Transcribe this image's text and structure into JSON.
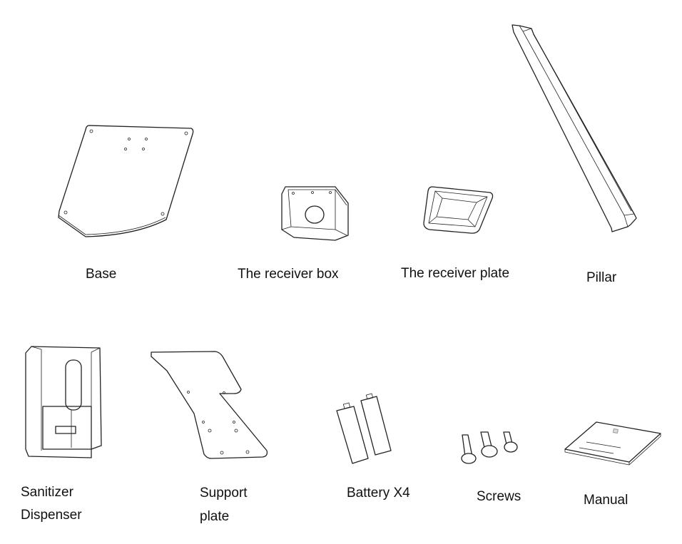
{
  "parts": [
    {
      "id": "base",
      "label": "Base"
    },
    {
      "id": "receiver-box",
      "label": "The receiver box"
    },
    {
      "id": "receiver-plate",
      "label": "The receiver plate"
    },
    {
      "id": "pillar",
      "label": "Pillar"
    },
    {
      "id": "sanitizer-dispenser",
      "label_line1": "Sanitizer",
      "label_line2": "Dispenser"
    },
    {
      "id": "support-plate",
      "label_line1": "Support",
      "label_line2": "plate"
    },
    {
      "id": "battery",
      "label": "Battery X4"
    },
    {
      "id": "screws",
      "label": "Screws"
    },
    {
      "id": "manual",
      "label": "Manual"
    }
  ]
}
